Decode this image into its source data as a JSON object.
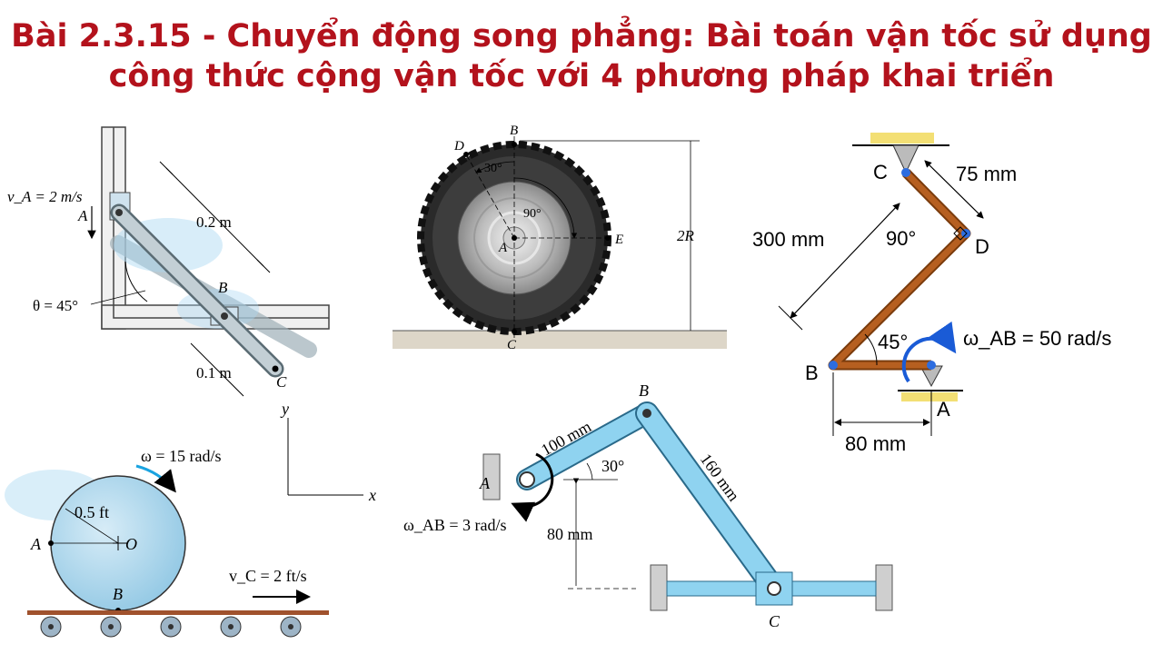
{
  "title": {
    "line1": "Bài 2.3.15 - Chuyển động song phẳng: Bài toán vận tốc sử dụng",
    "line2": "công thức cộng vận tốc với 4 phương pháp khai triển"
  },
  "fig_slider": {
    "va": "v_A = 2 m/s",
    "a": "A",
    "theta": "θ = 45°",
    "len1": "0.2 m",
    "b": "B",
    "len2": "0.1 m",
    "c": "C"
  },
  "fig_wheel": {
    "b": "B",
    "d": "D",
    "ang30": "30°",
    "ang90": "90°",
    "a": "A",
    "e": "E",
    "c": "C",
    "h": "2R"
  },
  "fig_four_bar": {
    "c": "C",
    "d": "D",
    "b": "B",
    "a": "A",
    "l75": "75 mm",
    "l300": "300 mm",
    "a90": "90°",
    "a45": "45°",
    "omega": "ω_AB = 50 rad/s",
    "l80": "80 mm"
  },
  "fig_axes": {
    "x": "x",
    "y": "y"
  },
  "fig_disk": {
    "omega": "ω = 15 rad/s",
    "r": "0.5 ft",
    "a": "A",
    "o": "O",
    "b": "B",
    "vc": "v_C = 2 ft/s"
  },
  "fig_crank": {
    "b": "B",
    "a": "A",
    "c": "C",
    "l100": "100 mm",
    "l160": "160 mm",
    "ang": "30°",
    "omega": "ω_AB = 3 rad/s",
    "h80": "80 mm"
  }
}
